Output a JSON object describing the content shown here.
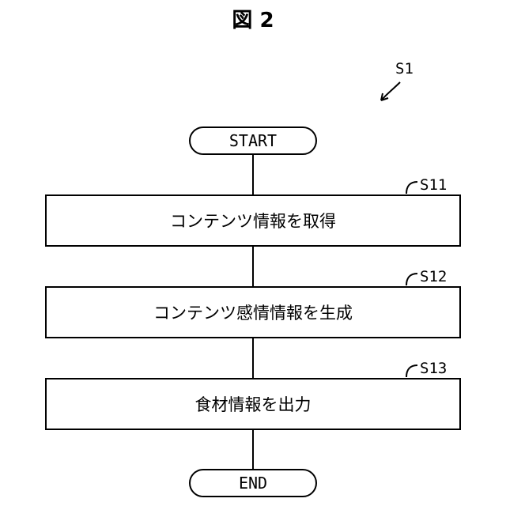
{
  "figure": {
    "title": "図 2",
    "ref": "S1"
  },
  "flow": {
    "start": "START",
    "end": "END",
    "steps": [
      {
        "id": "S11",
        "label": "コンテンツ情報を取得"
      },
      {
        "id": "S12",
        "label": "コンテンツ感情情報を生成"
      },
      {
        "id": "S13",
        "label": "食材情報を出力"
      }
    ]
  }
}
